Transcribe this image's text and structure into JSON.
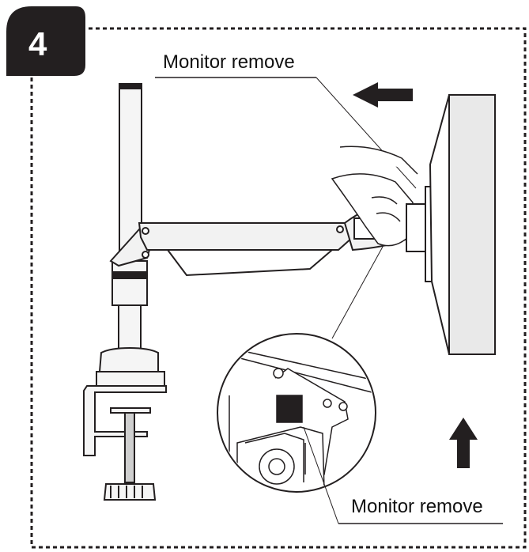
{
  "step": {
    "number": "4"
  },
  "labels": {
    "top": "Monitor remove",
    "bottom": "Monitor remove"
  },
  "icons": {
    "left_arrow": "arrow-left-icon",
    "up_arrow": "arrow-up-icon"
  },
  "colors": {
    "badge": "#231f20",
    "line": "#231f20",
    "monitor_fill": "#e9e9e9",
    "arm_fill": "#f2f2f2"
  }
}
